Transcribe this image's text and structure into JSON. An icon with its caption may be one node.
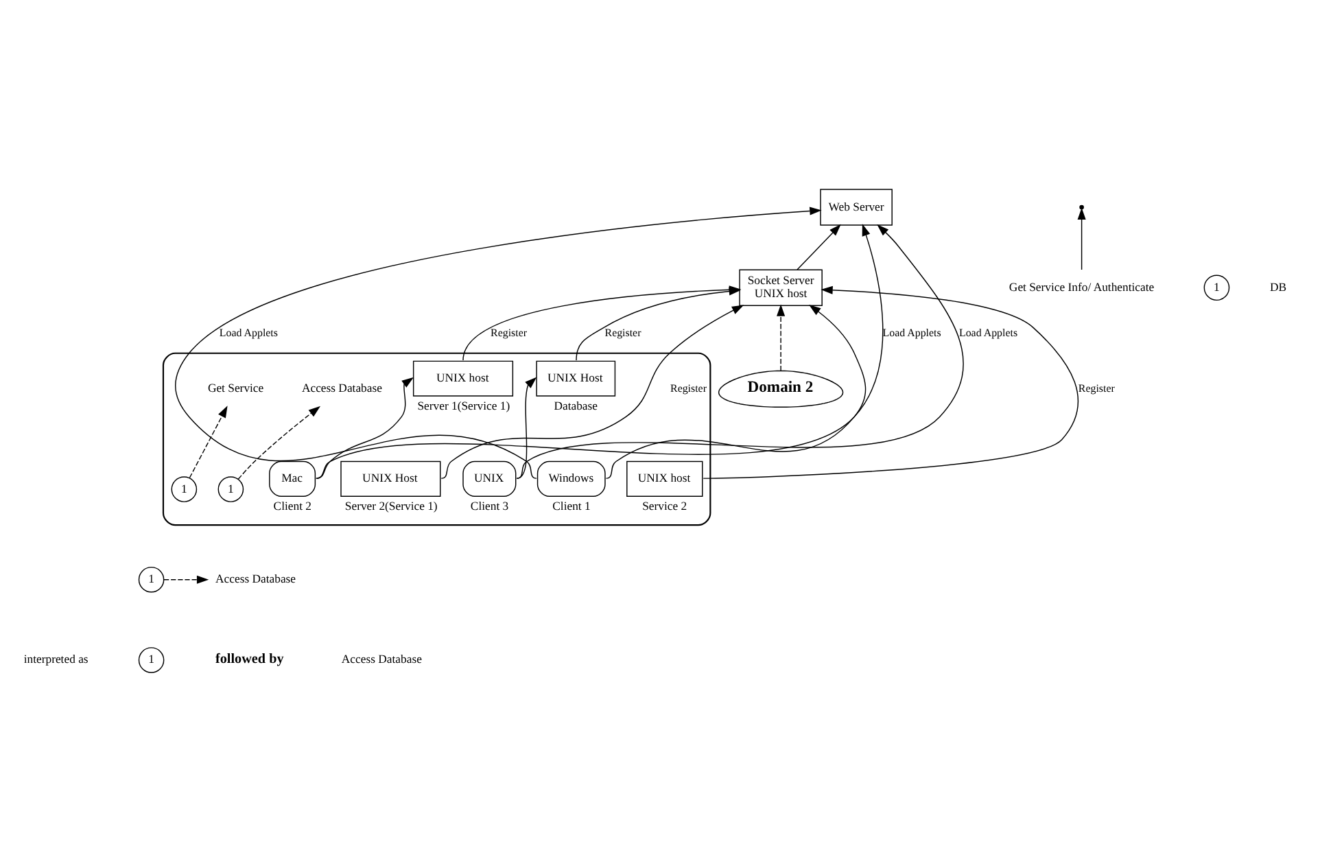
{
  "diagram": {
    "nodes": [
      {
        "text": [
          "Get Service Info/ Authenticate"
        ]
      },
      {
        "text": [
          "1"
        ]
      },
      {
        "text": [
          "Socket Server",
          "UNIX host"
        ]
      },
      {
        "text": [
          "Domain 2"
        ]
      },
      {
        "text": [
          "Web Server"
        ]
      },
      {
        "text": [],
        "shape": "cloud"
      },
      {
        "text": [
          "Windows"
        ],
        "in": 5,
        "beside": [
          "Client 1"
        ]
      },
      {
        "text": [
          "UNIX Host"
        ],
        "in": 5,
        "beside": [
          "Server 2(Service 1)"
        ]
      },
      {
        "text": [
          "UNIX Host"
        ],
        "in": 5,
        "beside": [
          "Database"
        ]
      },
      {
        "text": [
          "Mac"
        ],
        "in": 5,
        "beside": [
          "Client 2"
        ]
      },
      {
        "text": [
          "UNIX host"
        ],
        "in": 5,
        "beside": [
          "Server 1(Service 1)"
        ]
      },
      {
        "text": [
          "UNIX host"
        ],
        "in": 5,
        "beside": [
          "Service 2"
        ]
      },
      {
        "text": [
          "UNIX"
        ],
        "in": 5,
        "beside": [
          "Client 3"
        ]
      },
      {
        "text": [
          "1"
        ],
        "in": 5
      },
      {
        "text": [
          "Access Database"
        ],
        "in": 5
      },
      {
        "text": [
          "1"
        ],
        "in": 5
      },
      {
        "text": [
          "Get Service"
        ],
        "in": 5
      },
      {
        "text": [
          "1"
        ]
      },
      {
        "text": [
          "Access Database"
        ]
      },
      {
        "text": [
          "1"
        ]
      }
    ],
    "edges": [
      {
        "from": 0,
        "to": null,
        "arrow": "to"
      },
      {
        "from": 2,
        "to": 4,
        "arrow": "to"
      },
      {
        "from": 6,
        "to": 2,
        "arrow": "to"
      },
      {
        "from": 3,
        "to": 2,
        "arrow": "to",
        "style": "dashed"
      },
      {
        "from": 8,
        "to": 2,
        "arrow": "to",
        "label": "Register"
      },
      {
        "from": 6,
        "to": 4,
        "arrow": "to",
        "label": "Load Applets"
      },
      {
        "from": 9,
        "to": 4,
        "arrow": "to",
        "label": "Load Applets"
      },
      {
        "from": 12,
        "to": 4,
        "arrow": "to",
        "label": "Load Applets"
      },
      {
        "from": 7,
        "to": 2,
        "arrow": "to",
        "label": "Register"
      },
      {
        "from": 10,
        "to": 2,
        "arrow": "to",
        "label": "Register"
      },
      {
        "from": 11,
        "to": 2,
        "arrow": "to",
        "label": "Register"
      },
      {
        "from": 12,
        "to": 8,
        "arrow": "to"
      },
      {
        "from": 9,
        "to": 10,
        "arrow": "to"
      },
      {
        "from": 13,
        "to": 14,
        "arrow": "to",
        "style": "dashed"
      },
      {
        "from": 15,
        "to": 16,
        "arrow": "to",
        "style": "dashed"
      },
      {
        "from": 17,
        "to": 18,
        "arrow": "to",
        "style": "dashed"
      }
    ],
    "labels": [
      "DB",
      "interpreted as",
      "followed by",
      "Access Database"
    ]
  }
}
